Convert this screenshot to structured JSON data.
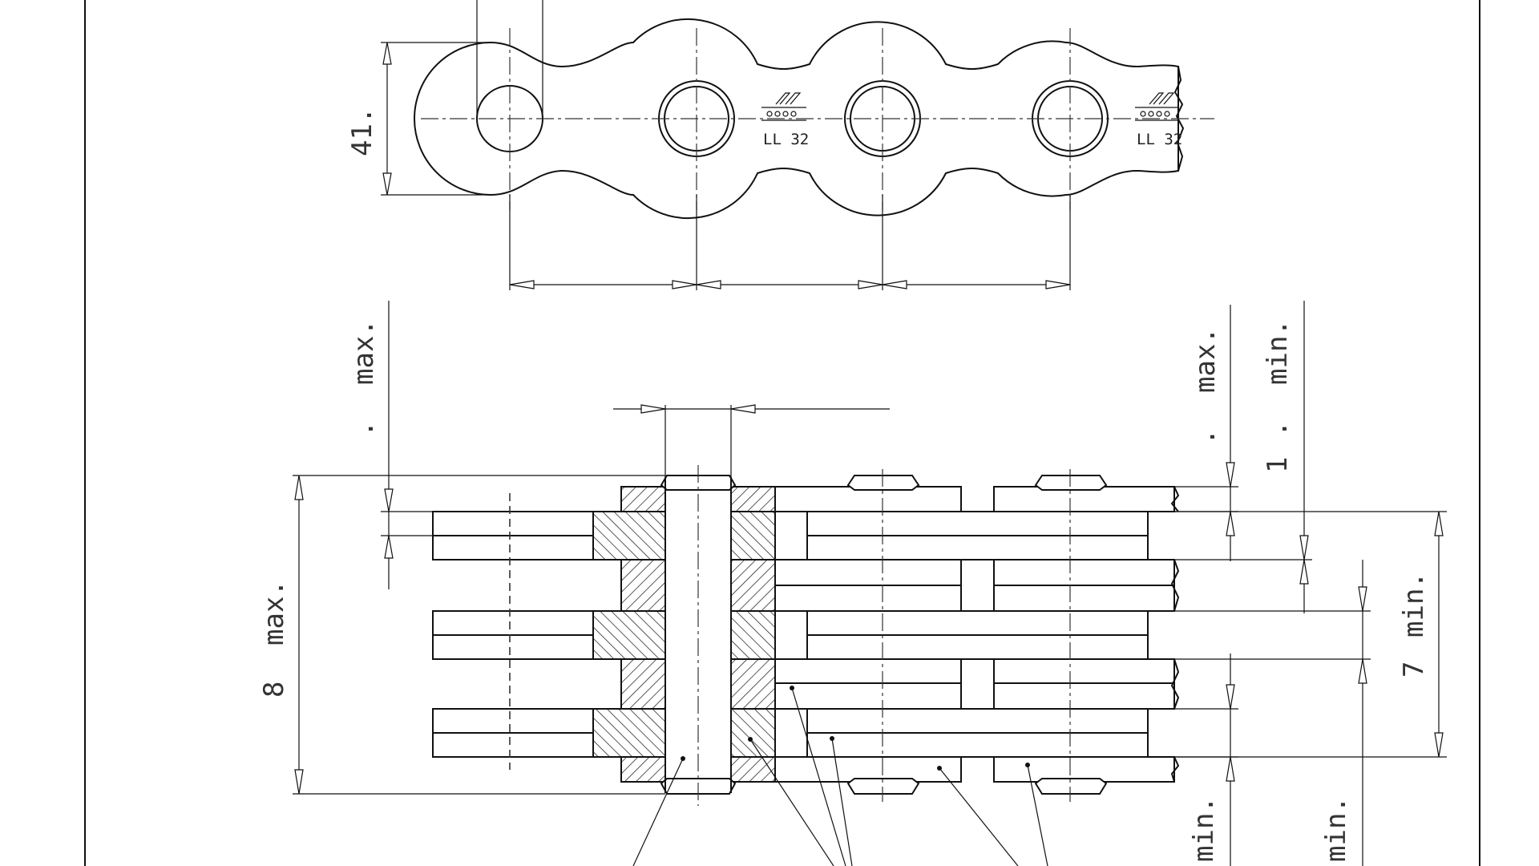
{
  "drawing": {
    "top_view": {
      "mark_text": "LL 32",
      "dim_height": "41."
    },
    "side_view": {
      "dim_left_max": "max.",
      "dim_left_dot": ".",
      "dim_overall": "8",
      "dim_overall_max": "max.",
      "dim_right_max": "max.",
      "dim_right_dot": ".",
      "dim_right_one": "1",
      "dim_right_one_dot": ".",
      "dim_right_min": "min.",
      "dim_inner": "7",
      "dim_inner_min": "min.",
      "dim_bottom_min_a": "min.",
      "dim_bottom_min_b": "min."
    }
  }
}
